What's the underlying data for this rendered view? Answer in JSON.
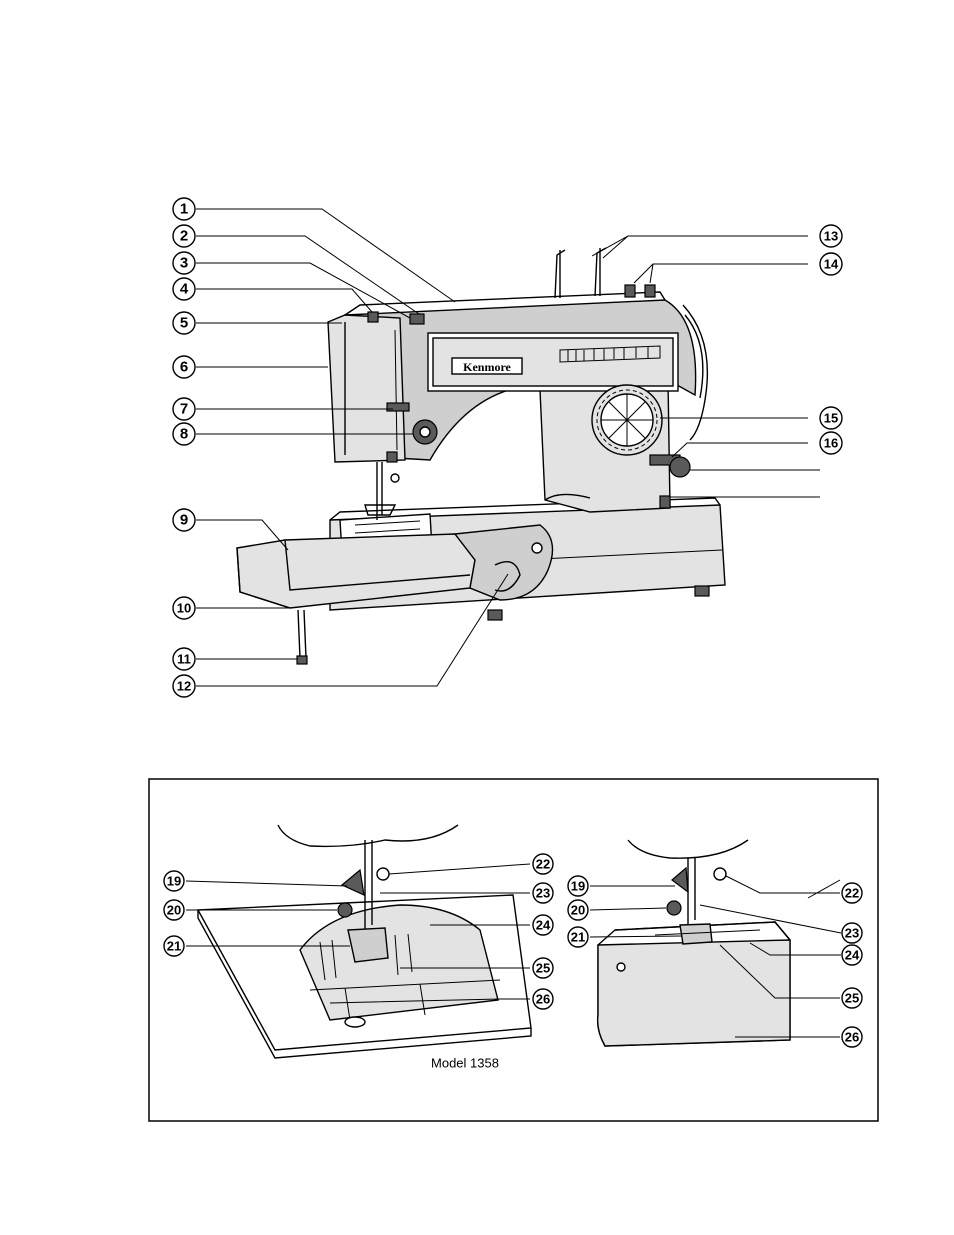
{
  "main_figure": {
    "brand_label": "Kenmore",
    "callouts_left": [
      "1",
      "2",
      "3",
      "4",
      "5",
      "6",
      "7",
      "8",
      "9",
      "10",
      "11",
      "12"
    ],
    "callouts_right": [
      "13",
      "14",
      "15",
      "16"
    ]
  },
  "inset_figure": {
    "model_caption": "Model 1358",
    "left_callouts": [
      "19",
      "20",
      "21",
      "22",
      "23",
      "24",
      "25",
      "26"
    ],
    "right_callouts": [
      "19",
      "20",
      "21",
      "22",
      "23",
      "24",
      "25",
      "26"
    ]
  }
}
